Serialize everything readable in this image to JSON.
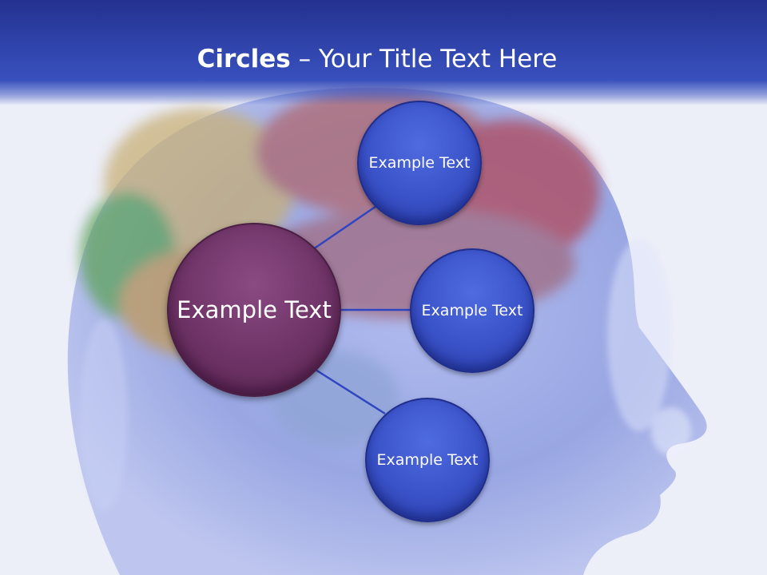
{
  "slide": {
    "title_bold": "Circles",
    "title_rest": " – Your Title Text Here"
  },
  "diagram": {
    "center": {
      "text": "Example Text"
    },
    "nodes": [
      {
        "text": "Example Text"
      },
      {
        "text": "Example Text"
      },
      {
        "text": "Example Text"
      }
    ]
  },
  "colors": {
    "title_bar": "#2f43aa",
    "node_fill": "#3a52c8",
    "center_fill": "#6e3366",
    "connector": "#2f46c0"
  }
}
